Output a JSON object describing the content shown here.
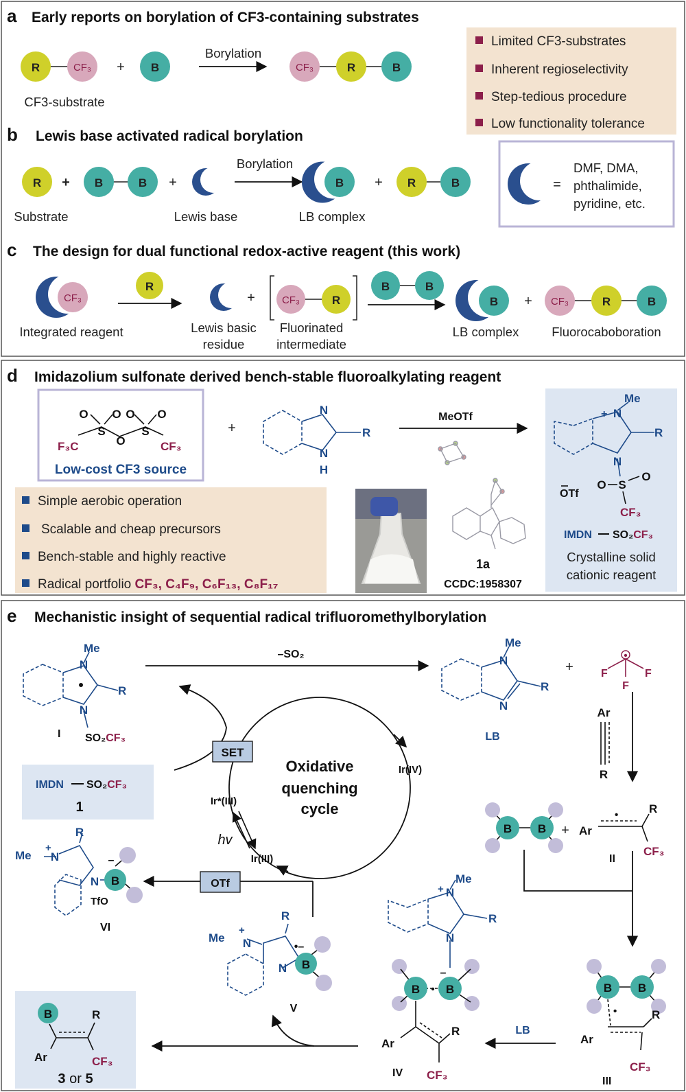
{
  "colors": {
    "r_circle": "#cfd02a",
    "cf3_circle": "#d8a8bb",
    "b_circle": "#45aea4",
    "lewis_base": "#2a4f8e",
    "ligand_circle": "#c2bdd9",
    "panel_bg": "#f3e3d0",
    "reagent_bg": "#dde6f2",
    "bullet_a": "#8c1f4a",
    "bullet_d": "#1e4b8a",
    "chem_blue": "#1e4b8a",
    "chem_red": "#8c1f4a"
  },
  "panel_a": {
    "letter": "a",
    "title": "Early reports on borylation of CF3-containing substrates",
    "arrow_label": "Borylation",
    "substrate_label": "CF3-substrate",
    "bullets": [
      "Limited CF3-substrates",
      "Inherent regioselectivity",
      "Step-tedious procedure",
      "Low functionality tolerance"
    ]
  },
  "panel_b": {
    "letter": "b",
    "title": "Lewis base activated radical borylation",
    "arrow_label": "Borylation",
    "labels": [
      "Substrate",
      "Lewis base",
      "LB complex"
    ],
    "lb_examples": [
      "DMF, DMA,",
      "phthalimide,",
      "pyridine, etc."
    ]
  },
  "panel_c": {
    "letter": "c",
    "title": "The design for dual functional redox-active reagent (this work)",
    "labels": {
      "integrated": "Integrated reagent",
      "residue_1": "Lewis basic",
      "residue_2": "residue",
      "intermediate_1": "Fluorinated",
      "intermediate_2": "intermediate",
      "lb_complex": "LB complex",
      "product": "Fluorocaboboration"
    }
  },
  "panel_d": {
    "letter": "d",
    "title": "Imidazolium sulfonate derived bench-stable fluoroalkylating reagent",
    "cf3_source": "Low-cost CF3 source",
    "reagent_arrow": "MeOTf",
    "bullets": [
      "Simple aerobic operation",
      "Scalable and cheap precursors",
      "Bench-stable and highly reactive"
    ],
    "portfolio_label": "Radical portfolio",
    "crystal_label": "1a",
    "ccdc": "CCDC:1958307",
    "reagent_short": "IMDN",
    "product_desc_1": "Crystalline solid",
    "product_desc_2": "cationic reagent"
  },
  "panel_e": {
    "letter": "e",
    "title": "Mechanistic insight of sequential radical trifluoromethylborylation",
    "cycle_1": "Oxidative",
    "cycle_2": "quenching",
    "cycle_3": "cycle",
    "set": "SET",
    "otf": "OTf",
    "hv": "hv",
    "lb": "LB",
    "ir_iv": "Ir(IV)",
    "ir_star": "Ir*(III)",
    "ir_iii": "Ir(III)",
    "compound_1": "1",
    "roman": [
      "I",
      "II",
      "III",
      "IV",
      "V",
      "VI"
    ],
    "product_1": "3",
    "product_or": "or",
    "product_2": "5"
  }
}
